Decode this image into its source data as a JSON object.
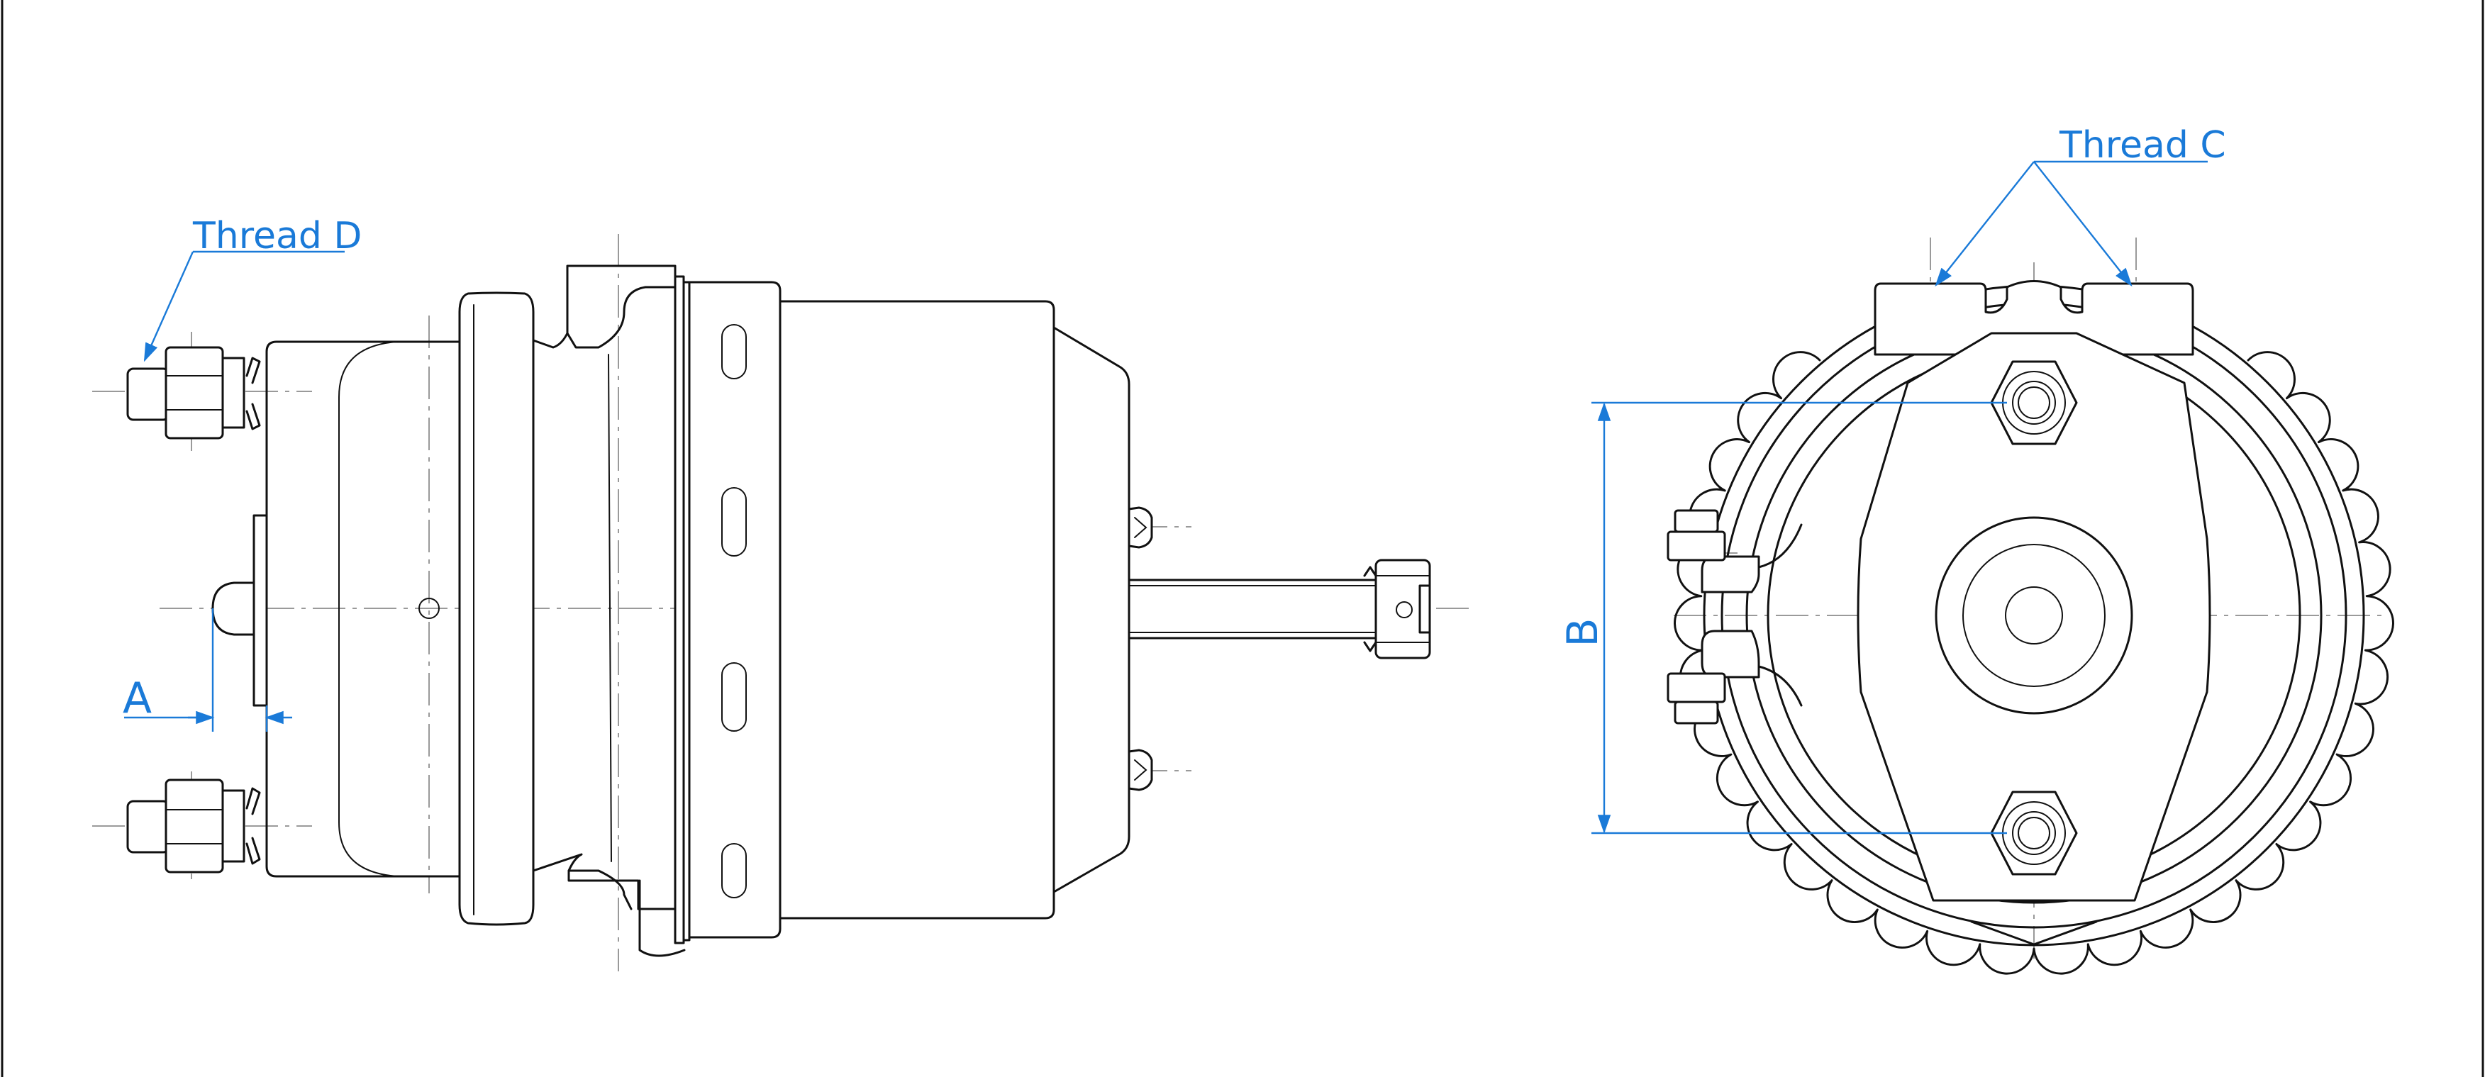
{
  "annotations": {
    "thread_d": "Thread D",
    "thread_c": "Thread C",
    "dim_a": "A",
    "dim_b": "B"
  },
  "colors": {
    "outline": "#111111",
    "centerline": "#9a9a9a",
    "dimension": "#1a7ad8",
    "background": "#ffffff"
  }
}
